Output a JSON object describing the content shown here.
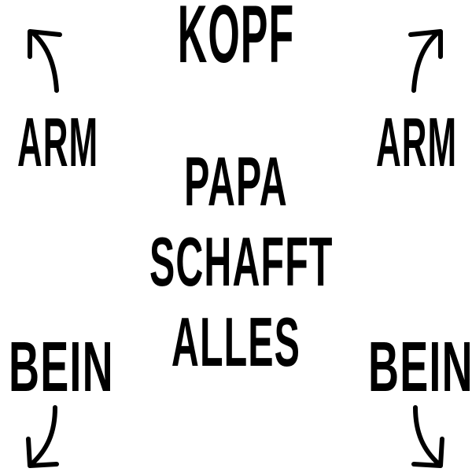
{
  "top": {
    "label": "KOPF"
  },
  "left_arm": {
    "label": "ARM"
  },
  "right_arm": {
    "label": "ARM"
  },
  "left_leg": {
    "label": "BEIN"
  },
  "right_leg": {
    "label": "BEIN"
  },
  "slogan": {
    "lines": [
      "PAPA",
      "SCHAFFT",
      "ALLES"
    ]
  },
  "colors": {
    "ink": "#000000",
    "background": "#ffffff"
  }
}
